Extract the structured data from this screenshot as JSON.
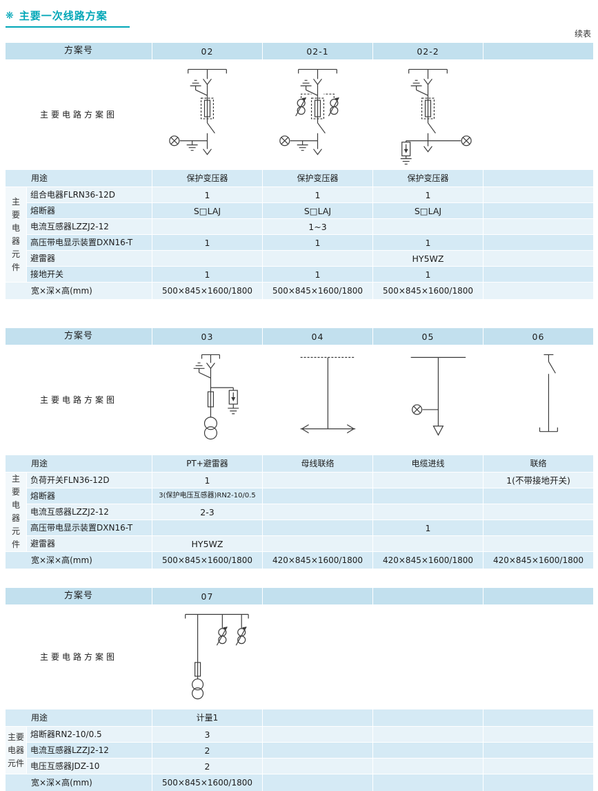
{
  "page": {
    "bullet": "❋",
    "title": "主要一次线路方案",
    "continued": "续表",
    "accent_color": "#00a6b7"
  },
  "colors": {
    "header_band": "#c2e0ee",
    "row_dark": "#d5eaf5",
    "row_light": "#e8f3f9"
  },
  "labels": {
    "scheme_no": "方案号",
    "diagram": "主要电路方案图",
    "purpose": "用途",
    "component_group": "主要电器元件",
    "dimensions": "宽×深×高(mm)"
  },
  "tables": [
    {
      "schemes": [
        {
          "id": "02",
          "diagram": "scheme-02",
          "purpose": "保护变压器",
          "dimensions": "500×845×1600/1800"
        },
        {
          "id": "02-1",
          "diagram": "scheme-02-1",
          "purpose": "保护变压器",
          "dimensions": "500×845×1600/1800"
        },
        {
          "id": "02-2",
          "diagram": "scheme-02-2",
          "purpose": "保护变压器",
          "dimensions": "500×845×1600/1800"
        },
        {
          "id": "",
          "diagram": "",
          "purpose": "",
          "dimensions": ""
        }
      ],
      "components": [
        {
          "label": "组合电器FLRN36-12D",
          "values": [
            "1",
            "1",
            "1",
            ""
          ]
        },
        {
          "label": "熔断器",
          "values": [
            "S□LAJ",
            "S□LAJ",
            "S□LAJ",
            ""
          ]
        },
        {
          "label": "电流互感器LZZJ2-12",
          "values": [
            "",
            "1~3",
            "",
            ""
          ]
        },
        {
          "label": "高压带电显示装置DXN16-T",
          "values": [
            "1",
            "1",
            "1",
            ""
          ]
        },
        {
          "label": "避雷器",
          "values": [
            "",
            "",
            "HY5WZ",
            ""
          ]
        },
        {
          "label": "接地开关",
          "values": [
            "1",
            "1",
            "1",
            ""
          ]
        }
      ]
    },
    {
      "schemes": [
        {
          "id": "03",
          "diagram": "scheme-03",
          "purpose": "PT+避雷器",
          "dimensions": "500×845×1600/1800"
        },
        {
          "id": "04",
          "diagram": "scheme-04",
          "purpose": "母线联络",
          "dimensions": "420×845×1600/1800"
        },
        {
          "id": "05",
          "diagram": "scheme-05",
          "purpose": "电缆进线",
          "dimensions": "420×845×1600/1800"
        },
        {
          "id": "06",
          "diagram": "scheme-06",
          "purpose": "联络",
          "dimensions": "420×845×1600/1800"
        }
      ],
      "components": [
        {
          "label": "负荷开关FLN36-12D",
          "values": [
            "1",
            "",
            "",
            "1(不带接地开关)"
          ]
        },
        {
          "label": "熔断器",
          "values": [
            "3(保护电压互感器)RN2-10/0.5",
            "",
            "",
            ""
          ]
        },
        {
          "label": "电流互感器LZZJ2-12",
          "values": [
            "2-3",
            "",
            "",
            ""
          ]
        },
        {
          "label": "高压带电显示装置DXN16-T",
          "values": [
            "",
            "",
            "1",
            ""
          ]
        },
        {
          "label": "避雷器",
          "values": [
            "HY5WZ",
            "",
            "",
            ""
          ]
        }
      ]
    },
    {
      "schemes": [
        {
          "id": "07",
          "diagram": "scheme-07",
          "purpose": "计量1",
          "dimensions": "500×845×1600/1800"
        },
        {
          "id": "",
          "diagram": "",
          "purpose": "",
          "dimensions": ""
        },
        {
          "id": "",
          "diagram": "",
          "purpose": "",
          "dimensions": ""
        },
        {
          "id": "",
          "diagram": "",
          "purpose": "",
          "dimensions": ""
        }
      ],
      "components": [
        {
          "label": "熔断器RN2-10/0.5",
          "values": [
            "3",
            "",
            "",
            ""
          ]
        },
        {
          "label": "电流互感器LZZJ2-12",
          "values": [
            "2",
            "",
            "",
            ""
          ]
        },
        {
          "label": "电压互感器JDZ-10",
          "values": [
            "2",
            "",
            "",
            ""
          ]
        }
      ]
    }
  ]
}
